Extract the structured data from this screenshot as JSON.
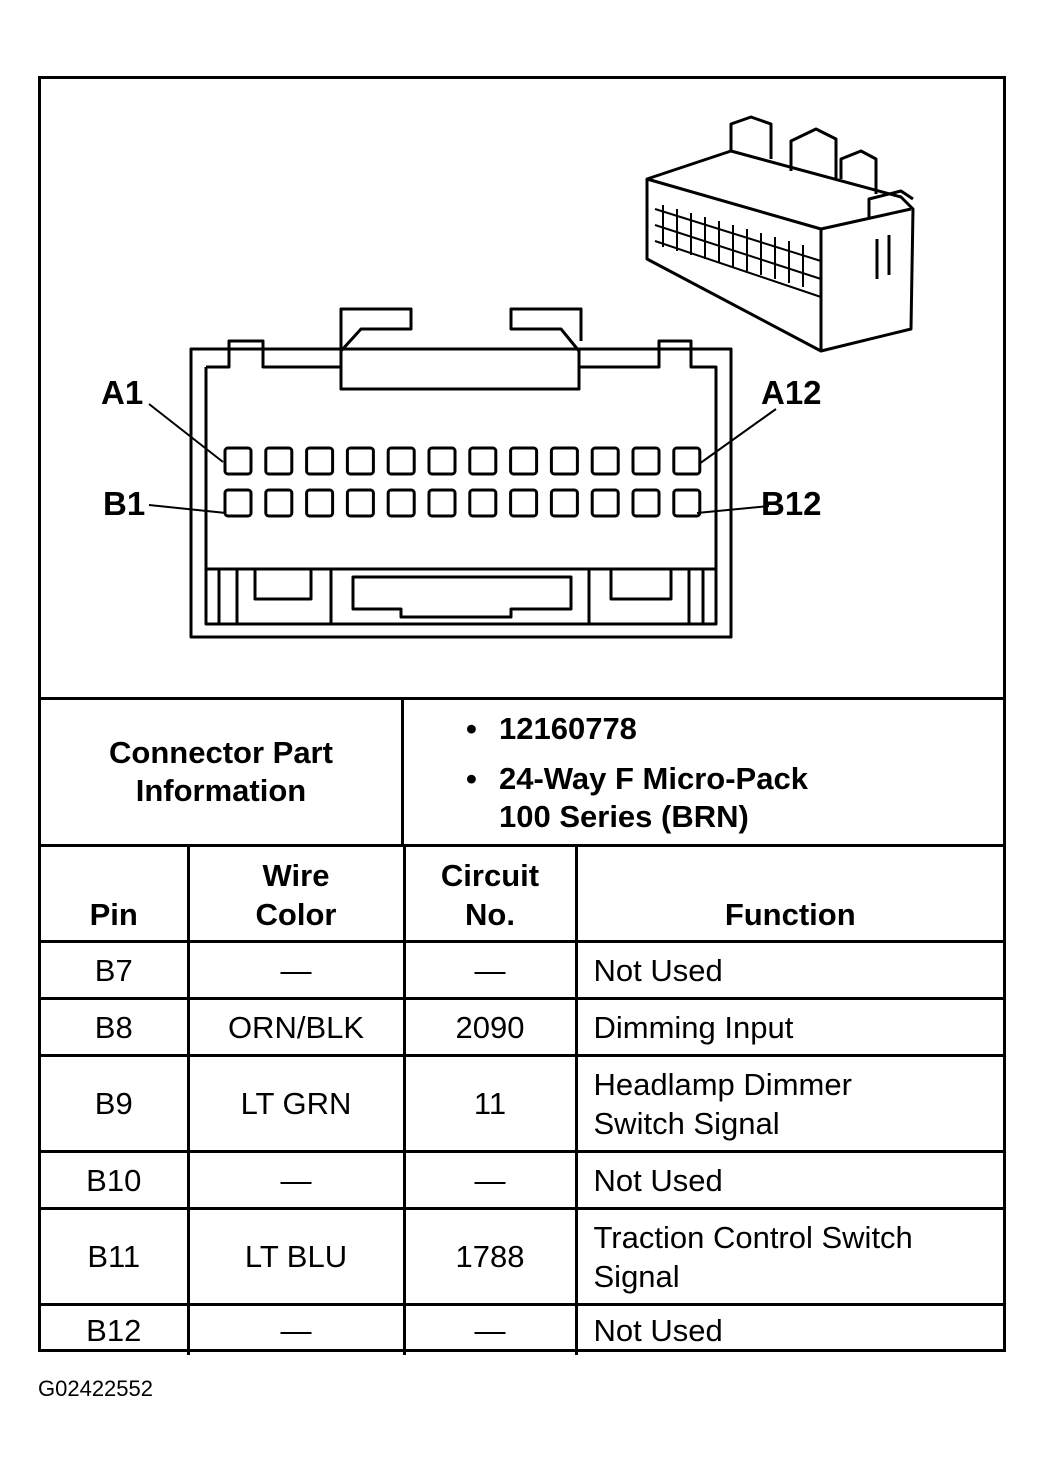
{
  "diagram": {
    "pin_labels": {
      "a1": "A1",
      "a12": "A12",
      "b1": "B1",
      "b12": "B12"
    },
    "rows": 2,
    "cols": 12
  },
  "connector_info": {
    "label_line1": "Connector Part",
    "label_line2": "Information",
    "items": [
      "12160778",
      "24-Way F Micro-Pack",
      "100 Series (BRN)"
    ]
  },
  "table": {
    "headers": {
      "pin": "Pin",
      "wire_line1": "Wire",
      "wire_line2": "Color",
      "circuit_line1": "Circuit",
      "circuit_line2": "No.",
      "function": "Function"
    },
    "rows": [
      {
        "pin": "B7",
        "wire": "—",
        "circuit": "—",
        "function_line1": "Not Used",
        "function_line2": ""
      },
      {
        "pin": "B8",
        "wire": "ORN/BLK",
        "circuit": "2090",
        "function_line1": "Dimming Input",
        "function_line2": ""
      },
      {
        "pin": "B9",
        "wire": "LT GRN",
        "circuit": "11",
        "function_line1": "Headlamp Dimmer",
        "function_line2": "Switch Signal"
      },
      {
        "pin": "B10",
        "wire": "—",
        "circuit": "—",
        "function_line1": "Not Used",
        "function_line2": ""
      },
      {
        "pin": "B11",
        "wire": "LT BLU",
        "circuit": "1788",
        "function_line1": "Traction Control Switch",
        "function_line2": "Signal"
      },
      {
        "pin": "B12",
        "wire": "—",
        "circuit": "—",
        "function_line1": "Not Used",
        "function_line2": ""
      }
    ]
  },
  "figure_code": "G02422552"
}
